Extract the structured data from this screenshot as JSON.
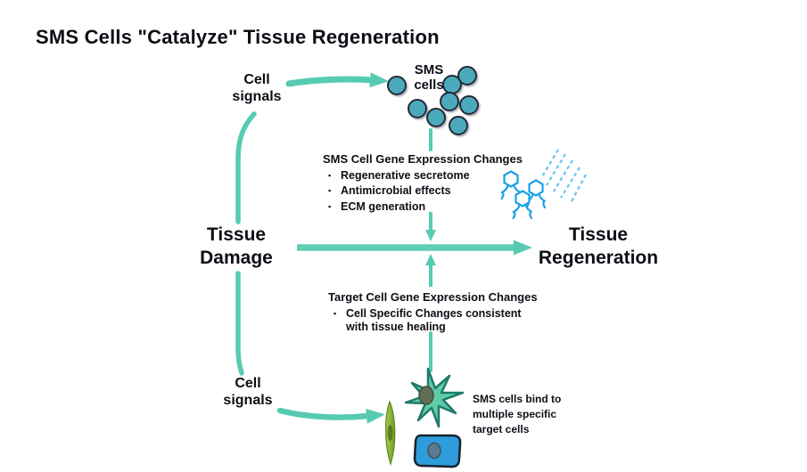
{
  "title": "SMS Cells \"Catalyze\" Tissue Regeneration",
  "bullet_marker": "▪",
  "colors": {
    "arrow_teal": "#57cbb2",
    "sms_cell_fill": "#4ba9bc",
    "cell_outline_dark": "#252b38",
    "star_cell_fill": "#5fcba7",
    "star_cell_outline": "#1e7a6c",
    "spindle_cell_fill": "#8db936",
    "cuboid_cell_fill": "#2e9cdb",
    "phage_blue": "#1aa2e8",
    "particle_blue": "#66c7ee",
    "text_dark": "#0c0f16"
  },
  "nodes": {
    "cell_signals_top": "Cell\nsignals",
    "sms_cells": "SMS\ncells",
    "tissue_damage": "Tissue\nDamage",
    "tissue_regeneration": "Tissue\nRegeneration",
    "cell_signals_bottom": "Cell\nsignals",
    "bind_note": "SMS cells bind to\nmultiple specific\ntarget cells"
  },
  "sections": {
    "sms_gene": {
      "header": "SMS Cell Gene Expression Changes",
      "bullets": [
        "Regenerative secretome",
        "Antimicrobial effects",
        "ECM generation"
      ]
    },
    "target_gene": {
      "header": "Target Cell Gene Expression Changes",
      "bullets": [
        "Cell Specific Changes consistent with tissue healing"
      ]
    }
  }
}
